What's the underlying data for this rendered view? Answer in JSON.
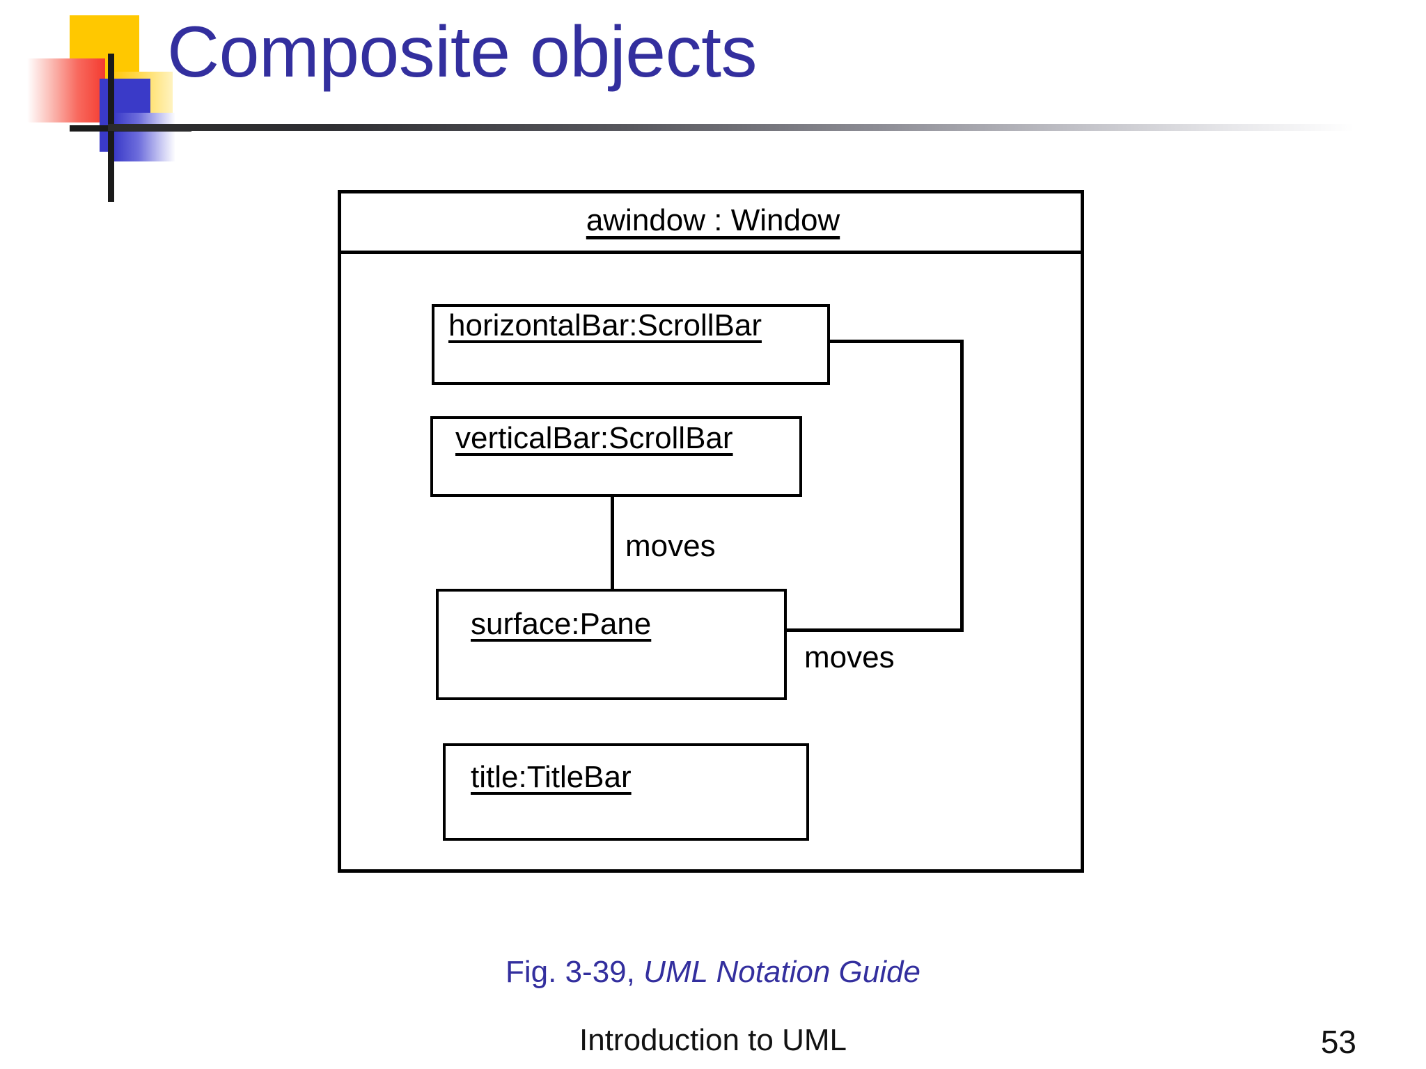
{
  "slide": {
    "title": "Composite objects",
    "title_color": "#332F9E",
    "page_number": "53",
    "footer": "Introduction to UML",
    "caption_prefix": "Fig. 3-39,",
    "caption_italic": "UML Notation Guide",
    "caption_color": "#332F9E"
  },
  "diagram": {
    "type": "uml-object-diagram",
    "container": {
      "label": "awindow : Window",
      "name": "awindow",
      "classifier": "Window"
    },
    "parts": [
      {
        "label": "horizontalBar:ScrollBar",
        "name": "horizontalBar",
        "classifier": "ScrollBar"
      },
      {
        "label": "verticalBar:ScrollBar",
        "name": "verticalBar",
        "classifier": "ScrollBar"
      },
      {
        "label": "surface:Pane",
        "name": "surface",
        "classifier": "Pane"
      },
      {
        "label": "title:TitleBar",
        "name": "title",
        "classifier": "TitleBar"
      }
    ],
    "links": [
      {
        "label": "moves",
        "from": "verticalBar",
        "to": "surface"
      },
      {
        "label": "moves",
        "from": "horizontalBar",
        "to": "surface"
      }
    ],
    "link_labels": {
      "vertical_moves": "moves",
      "horizontal_moves": "moves"
    },
    "line_color": "#000000",
    "fill_color": "#FFFFFF"
  },
  "logo": {
    "yellow": "#FFC800",
    "red": "#F43B30",
    "blue": "#3A3AC8",
    "cross": "#1A1A1A"
  }
}
